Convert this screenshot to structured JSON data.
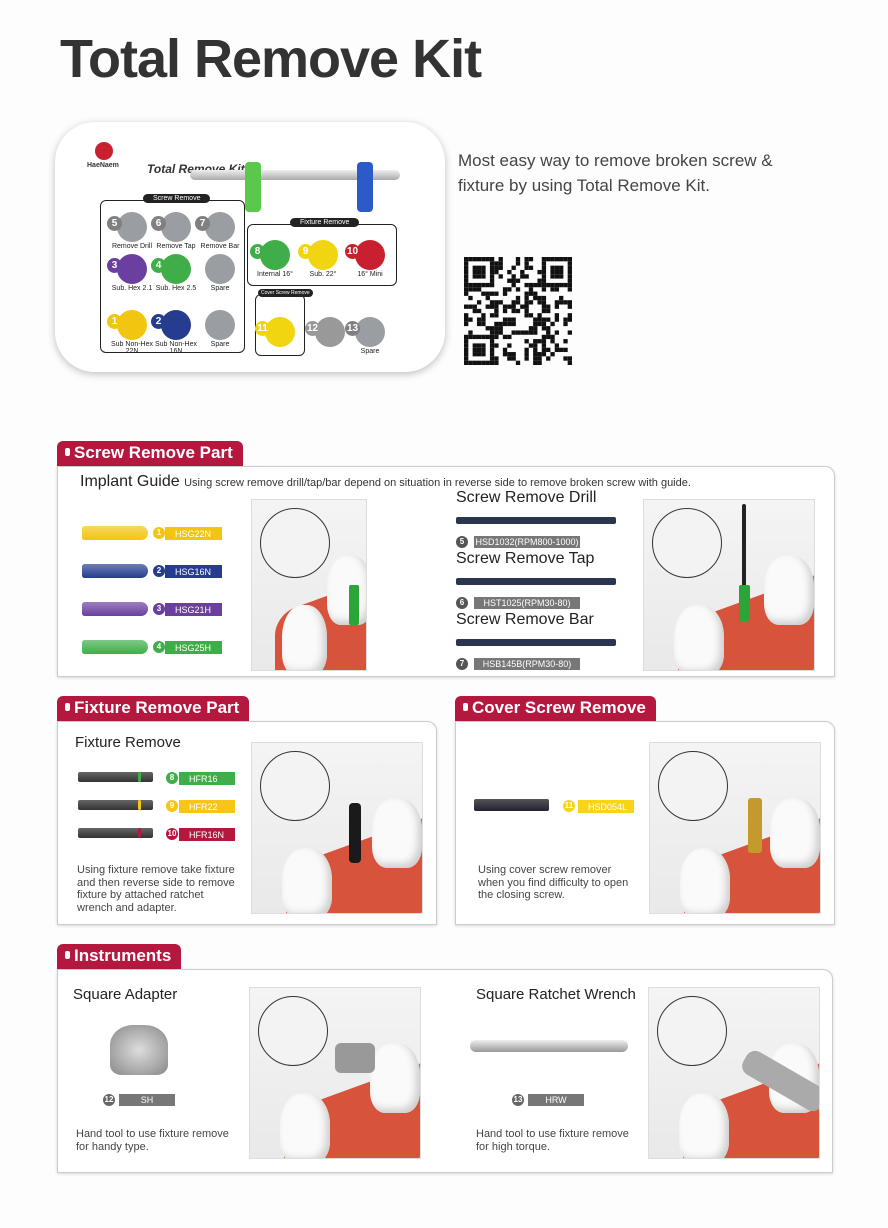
{
  "title": "Total Remove Kit",
  "tagline": "Most easy way to remove broken screw & fixture by using Total Remove Kit.",
  "kit": {
    "brand": "HaeNaem",
    "name": "Total Remove Kit",
    "screw_group": "Screw Remove",
    "fixture_group": "Fixture Remove",
    "cover_group": "Cover Screw Remove",
    "slots": [
      {
        "n": "5",
        "label": "Remove Drill",
        "color": "#808080"
      },
      {
        "n": "6",
        "label": "Remove Tap",
        "color": "#808080"
      },
      {
        "n": "7",
        "label": "Remove Bar",
        "color": "#808080"
      },
      {
        "n": "3",
        "label": "Sub. Hex 2.1",
        "color": "#6a3fa0"
      },
      {
        "n": "4",
        "label": "Sub. Hex 2.5",
        "color": "#3fae49"
      },
      {
        "n": "",
        "label": "Spare",
        "color": "#808080"
      },
      {
        "n": "1",
        "label": "Sub Non-Hex 22N",
        "color": "#f2c511"
      },
      {
        "n": "2",
        "label": "Sub Non-Hex 16N",
        "color": "#263d8f"
      },
      {
        "n": "",
        "label": "Spare",
        "color": "#808080"
      },
      {
        "n": "8",
        "label": "Internal 16°",
        "color": "#3fae49"
      },
      {
        "n": "9",
        "label": "Sub. 22°",
        "color": "#f2d511"
      },
      {
        "n": "10",
        "label": "16° Mini",
        "color": "#c8202f"
      },
      {
        "n": "11",
        "label": "",
        "color": "#f2d511"
      },
      {
        "n": "12",
        "label": "",
        "color": "#999999"
      },
      {
        "n": "13",
        "label": "Spare",
        "color": "#808080"
      }
    ]
  },
  "screw_section": {
    "tab": "Screw Remove Part",
    "heading": "Implant Guide",
    "desc": "Using screw remove drill/tap/bar depend on situation in reverse side to remove broken screw with guide.",
    "guides": [
      {
        "n": "1",
        "code": "HSG22N",
        "color": "#f2c511"
      },
      {
        "n": "2",
        "code": "HSG16N",
        "color": "#263d8f"
      },
      {
        "n": "3",
        "code": "HSG21H",
        "color": "#6a3fa0"
      },
      {
        "n": "4",
        "code": "HSG25H",
        "color": "#3fae49"
      }
    ],
    "tools": [
      {
        "name": "Screw Remove Drill",
        "n": "5",
        "code": "HSD1032(RPM800-1000)"
      },
      {
        "name": "Screw Remove Tap",
        "n": "6",
        "code": "HST1025(RPM30-80)"
      },
      {
        "name": "Screw Remove Bar",
        "n": "7",
        "code": "HSB145B(RPM30-80)"
      }
    ]
  },
  "fixture_section": {
    "tab": "Fixture Remove Part",
    "heading": "Fixture Remove",
    "items": [
      {
        "n": "8",
        "code": "HFR16",
        "color": "#3fae49"
      },
      {
        "n": "9",
        "code": "HFR22",
        "color": "#f7c518"
      },
      {
        "n": "10",
        "code": "HFR16N",
        "color": "#b5183f"
      }
    ],
    "desc": "Using fixture remove take fixture and then reverse side to remove fixture by attached ratchet wrench and adapter."
  },
  "cover_section": {
    "tab": "Cover Screw Remove",
    "item": {
      "n": "11",
      "code": "HSD054L",
      "color": "#f7d418"
    },
    "desc": "Using cover screw remover when you find difficulty to open the closing screw."
  },
  "instruments_section": {
    "tab": "Instruments",
    "items": [
      {
        "name": "Square Adapter",
        "n": "12",
        "code": "SH",
        "desc": "Hand tool to use fixture remove for handy type."
      },
      {
        "name": "Square Ratchet Wrench",
        "n": "13",
        "code": "HRW",
        "desc": "Hand tool to use fixture remove for high torque."
      }
    ]
  },
  "colors": {
    "accent": "#b5183f"
  }
}
